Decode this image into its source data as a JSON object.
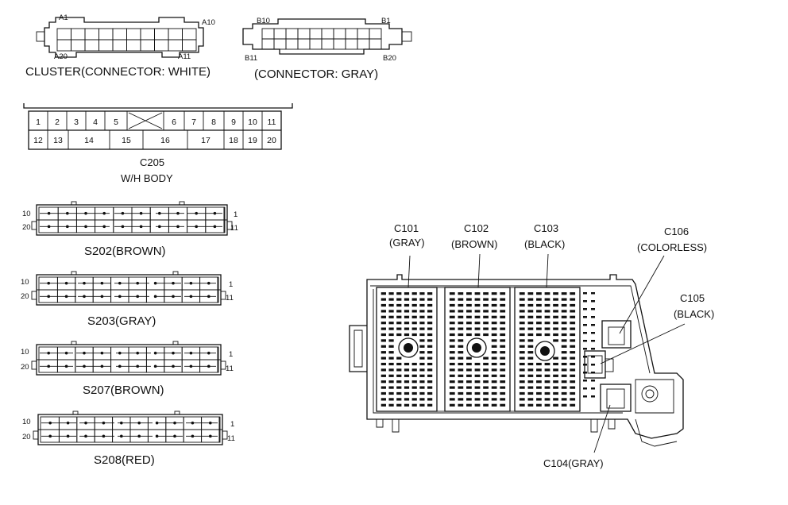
{
  "cluster": {
    "white_connector": {
      "caption": "CLUSTER(CONNECTOR: WHITE)",
      "pin_labels": {
        "top_left": "A1",
        "top_right": "A10",
        "bottom_left": "A20",
        "bottom_right": "A11"
      }
    },
    "gray_connector": {
      "caption": "(CONNECTOR: GRAY)",
      "pin_labels": {
        "top_left": "B10",
        "top_right": "B1",
        "bottom_left": "B11",
        "bottom_right": "B20"
      }
    }
  },
  "c205": {
    "title": "C205",
    "subtitle": "W/H BODY",
    "top_row": [
      "1",
      "2",
      "3",
      "4",
      "5",
      "6",
      "7",
      "8",
      "9",
      "10",
      "11"
    ],
    "bottom_row": [
      "12",
      "13",
      "14",
      "15",
      "16",
      "17",
      "18",
      "19",
      "20"
    ]
  },
  "splice_connectors": [
    {
      "caption": "S202(BROWN)",
      "left_top": "10",
      "left_bottom": "20",
      "right_top": "1",
      "right_bottom": "11"
    },
    {
      "caption": "S203(GRAY)",
      "left_top": "10",
      "left_bottom": "20",
      "right_top": "1",
      "right_bottom": "11"
    },
    {
      "caption": "S207(BROWN)",
      "left_top": "10",
      "left_bottom": "20",
      "right_top": "1",
      "right_bottom": "11"
    },
    {
      "caption": "S208(RED)",
      "left_top": "10",
      "left_bottom": "20",
      "right_top": "1",
      "right_bottom": "11"
    }
  ],
  "junction_box": {
    "callouts": [
      {
        "id": "c101",
        "name": "C101",
        "color": "(GRAY)"
      },
      {
        "id": "c102",
        "name": "C102",
        "color": "(BROWN)"
      },
      {
        "id": "c103",
        "name": "C103",
        "color": "(BLACK)"
      },
      {
        "id": "c106",
        "name": "C106",
        "color": "(COLORLESS)"
      },
      {
        "id": "c105",
        "name": "C105",
        "color": "(BLACK)"
      },
      {
        "id": "c104",
        "name": "C104(GRAY)",
        "color": ""
      }
    ]
  }
}
